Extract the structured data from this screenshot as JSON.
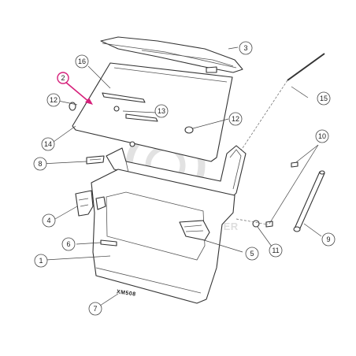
{
  "diagram": {
    "watermark": "COPYRIGHT ADVER",
    "emblem_text": "XM508",
    "accent_color": "#d61f7a",
    "callouts": [
      "1",
      "2",
      "3",
      "4",
      "5",
      "6",
      "7",
      "8",
      "9",
      "10",
      "11",
      "12",
      "12",
      "13",
      "14",
      "15",
      "16"
    ]
  }
}
